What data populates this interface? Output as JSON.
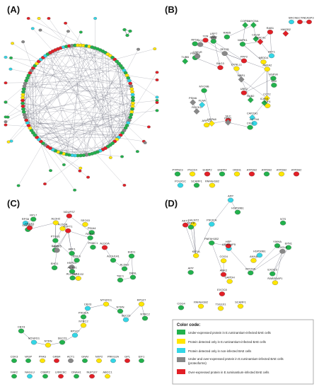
{
  "panels": [
    {
      "label": "(A)"
    },
    {
      "label": "(B)"
    },
    {
      "label": "(C)"
    },
    {
      "label": "(D)"
    }
  ],
  "colors": {
    "under": "#22b14c",
    "only_infected": "#ffe600",
    "only_noninfected": "#33d6e6",
    "under_over": "#888888",
    "over": "#e21f26",
    "edge": "#55586a"
  },
  "legend": {
    "title": "Color code:",
    "items": [
      {
        "color": "#22b14c",
        "text": "Under-expressed protein in E.ruminantium-infected BAE cells"
      },
      {
        "color": "#ffe600",
        "text": "Protein detected only in E.ruminantium-infected BAE cells"
      },
      {
        "color": "#33d6e6",
        "text": "Protein detected only in non-infected BAE cells"
      },
      {
        "color": "#888888",
        "text": "Under and over-expressed protein in E.ruminantium-infected BAE cells",
        "text2": "(proteoforms)"
      },
      {
        "color": "#e21f26",
        "text": "Over-expressed protein in E.ruminantium-infected BAE cells"
      }
    ]
  },
  "labels_b": [
    "LRRC41",
    "ROCK1",
    "MYO5A",
    "MYO9B",
    "PSMB7",
    "SEC",
    "NBR1",
    "NEDD4",
    "USP7",
    "RPS2",
    "SEC31",
    "COPB1",
    "ARPC2",
    "BAG3",
    "CAPZA1",
    "TPR",
    "HMGB2",
    "RAB1",
    "RAB5",
    "UBE2",
    "PFN1",
    "VCL",
    "DYNLL1",
    "EIF4",
    "CCT2",
    "PSMA",
    "HSPA8",
    "CFL1",
    "ACTN4",
    "FLNA",
    "TUBB",
    "PPP2",
    "SNX",
    "RAB7",
    "CSF1R",
    "RAB2",
    "ICAM1",
    "CALM",
    "HSP90",
    "ANXA2",
    "MAPK1",
    "AKT1",
    "SRC",
    "NECTIN",
    "CASP3",
    "JAK1",
    "PTPN23",
    "PSCD4",
    "EHBP2",
    "ENPP4",
    "ORAI1",
    "ATP2B2",
    "POLR1C",
    "SCARF1",
    "PAFAH1B2"
  ],
  "labels_c": [
    "ACTG1",
    "PDIA4",
    "FDFT1",
    "PSMC1",
    "RAB10",
    "ARF1",
    "HSPD1",
    "CALR",
    "RPS6",
    "RPL7",
    "SEC63",
    "SNRPD2",
    "PGLS",
    "NUDT5",
    "PRDX1",
    "MT-CO2",
    "NDUFS7",
    "PTGS1",
    "ALDOA",
    "ALDH1A1",
    "ALDH2",
    "EHD1",
    "DBNL",
    "TBC1",
    "CBX3",
    "MTHFD1",
    "NTRN",
    "SEC23",
    "RPS27",
    "NTRC2",
    "PIK3CA",
    "INPP5F",
    "FERMT2",
    "CDK3",
    "VASP",
    "PFAS",
    "GRB4",
    "ACT1",
    "GNAI",
    "NXP2",
    "PRKG2A",
    "GPL",
    "EIF1",
    "FAR2",
    "NAGLU",
    "OSBP2",
    "LRRC6C",
    "DNAH1",
    "NUP107",
    "ABCC1"
  ],
  "labels_d": [
    "APP",
    "HSP90B1",
    "PIK3CA",
    "EXOC3",
    "MYO9A",
    "EXOC8",
    "ANK2",
    "ARHGAP5",
    "KIF1A",
    "AKT1",
    "GAPDH",
    "RAB3GAP1",
    "GALNT2",
    "EPN1",
    "CXCL8",
    "NTS",
    "HSP",
    "ANXA",
    "YWHA",
    "NFKB",
    "COG4",
    "PAFAH1B2",
    "TSG101",
    "SCARF1"
  ]
}
